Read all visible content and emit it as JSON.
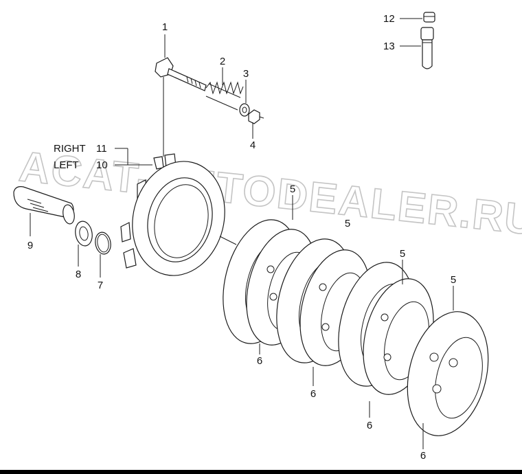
{
  "watermark": "ACAT-AUTODEALER.RU",
  "labels": {
    "p1": "1",
    "p2": "2",
    "p3": "3",
    "p4": "4",
    "p5a": "5",
    "p5b": "5",
    "p5c": "5",
    "p5d": "5",
    "p6a": "6",
    "p6b": "6",
    "p6c": "6",
    "p6d": "6",
    "p7": "7",
    "p8": "8",
    "p9": "9",
    "p10": "10",
    "p11": "11",
    "p12": "12",
    "p13": "13"
  },
  "side": {
    "right": "RIGHT",
    "left": "LEFT"
  },
  "colors": {
    "line": "#1a1a1a",
    "watermark": "#c4c4c4",
    "border": "#000000"
  }
}
